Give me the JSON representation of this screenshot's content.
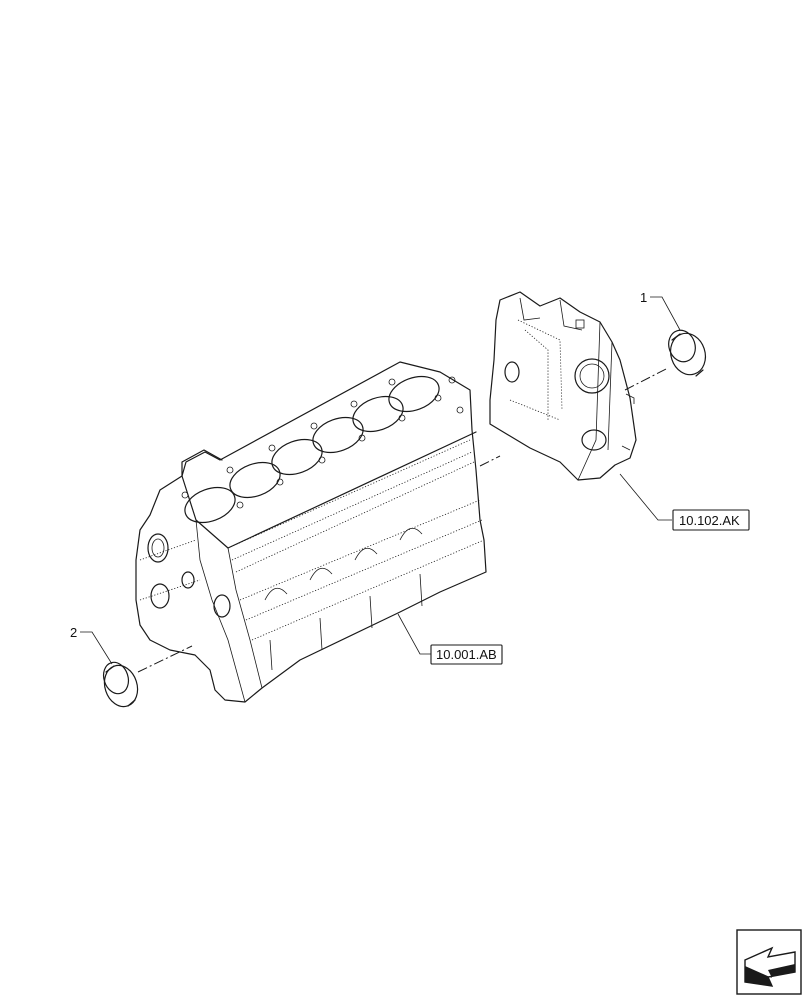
{
  "callouts": {
    "item_1": "1",
    "item_2": "2"
  },
  "references": {
    "timing_cover": "10.102.AK",
    "engine_block": "10.001.AB"
  },
  "icons": {
    "corner": "navigation-arrow-icon"
  }
}
